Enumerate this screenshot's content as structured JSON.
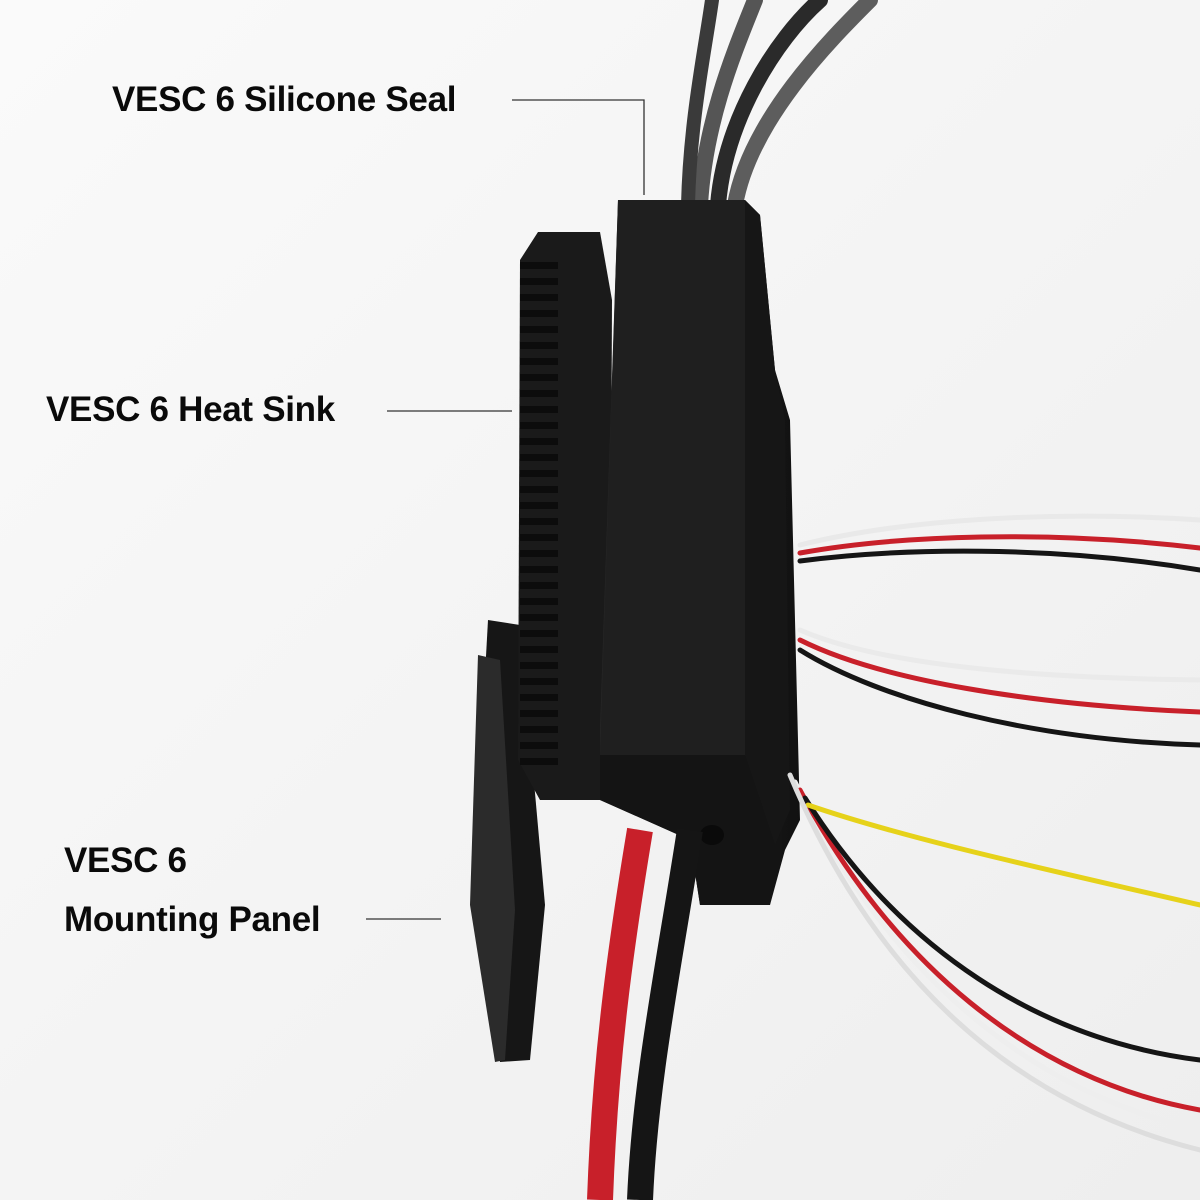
{
  "callouts": {
    "seal": "VESC 6 Silicone Seal",
    "heat_sink": "VESC 6 Heat Sink",
    "mounting_panel_line1": "VESC 6",
    "mounting_panel_line2": "Mounting Panel"
  },
  "colors": {
    "background": "#f7f7f7",
    "device_black": "#1c1c1c",
    "wire_red": "#c8202a",
    "wire_black": "#151515",
    "wire_white": "#eeeeee",
    "wire_yellow": "#e6d21a",
    "wire_grey": "#5a5a5a",
    "leader_line": "#333333"
  }
}
